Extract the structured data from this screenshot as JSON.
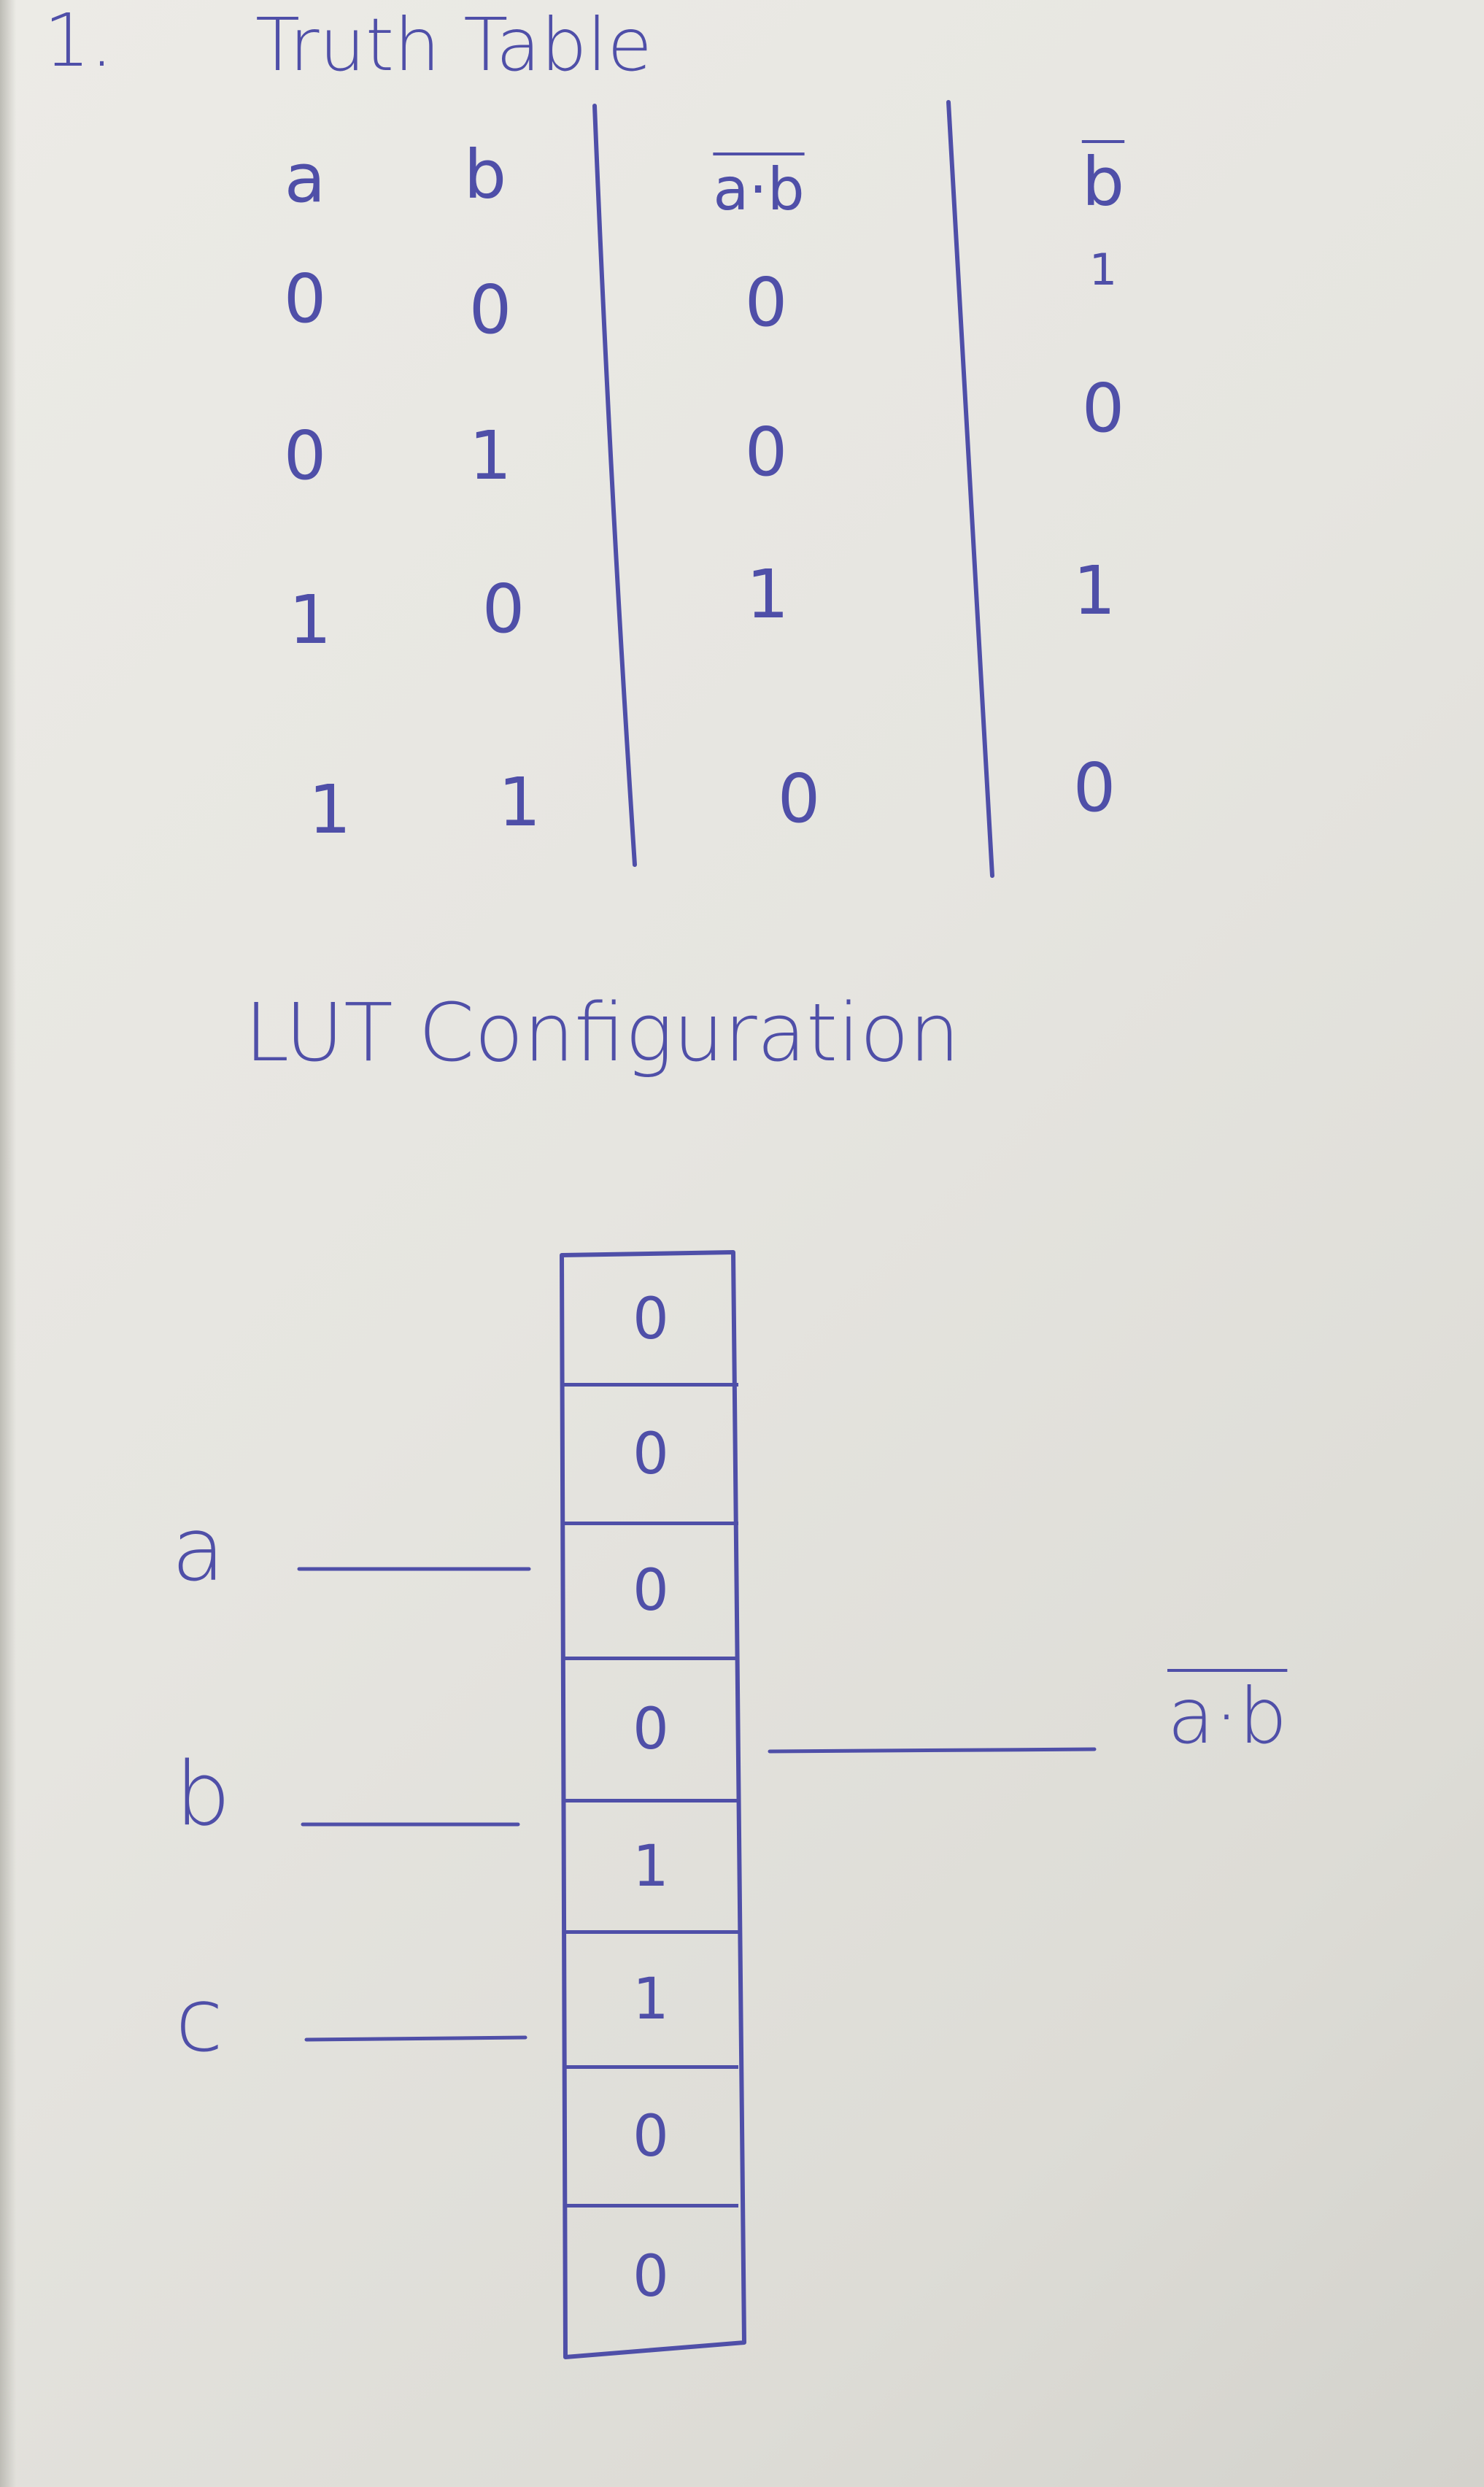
{
  "heading": {
    "number": "1.",
    "title": "Truth Table"
  },
  "truth_table": {
    "headers": [
      "a",
      "b",
      "a·b",
      "b"
    ],
    "rows": [
      [
        "0",
        "0",
        "0",
        "1"
      ],
      [
        "0",
        "1",
        "0",
        "0"
      ],
      [
        "1",
        "0",
        "1",
        "1"
      ],
      [
        "1",
        "1",
        "0",
        "0"
      ]
    ]
  },
  "lut": {
    "title": "LUT Configuration",
    "inputs": [
      "a",
      "b",
      "c"
    ],
    "cells": [
      "0",
      "0",
      "0",
      "0",
      "1",
      "1",
      "0",
      "0"
    ],
    "output_label": "a·b"
  },
  "colors": {
    "ink": "#4f4fa8",
    "paper": "#e8e7e2"
  }
}
